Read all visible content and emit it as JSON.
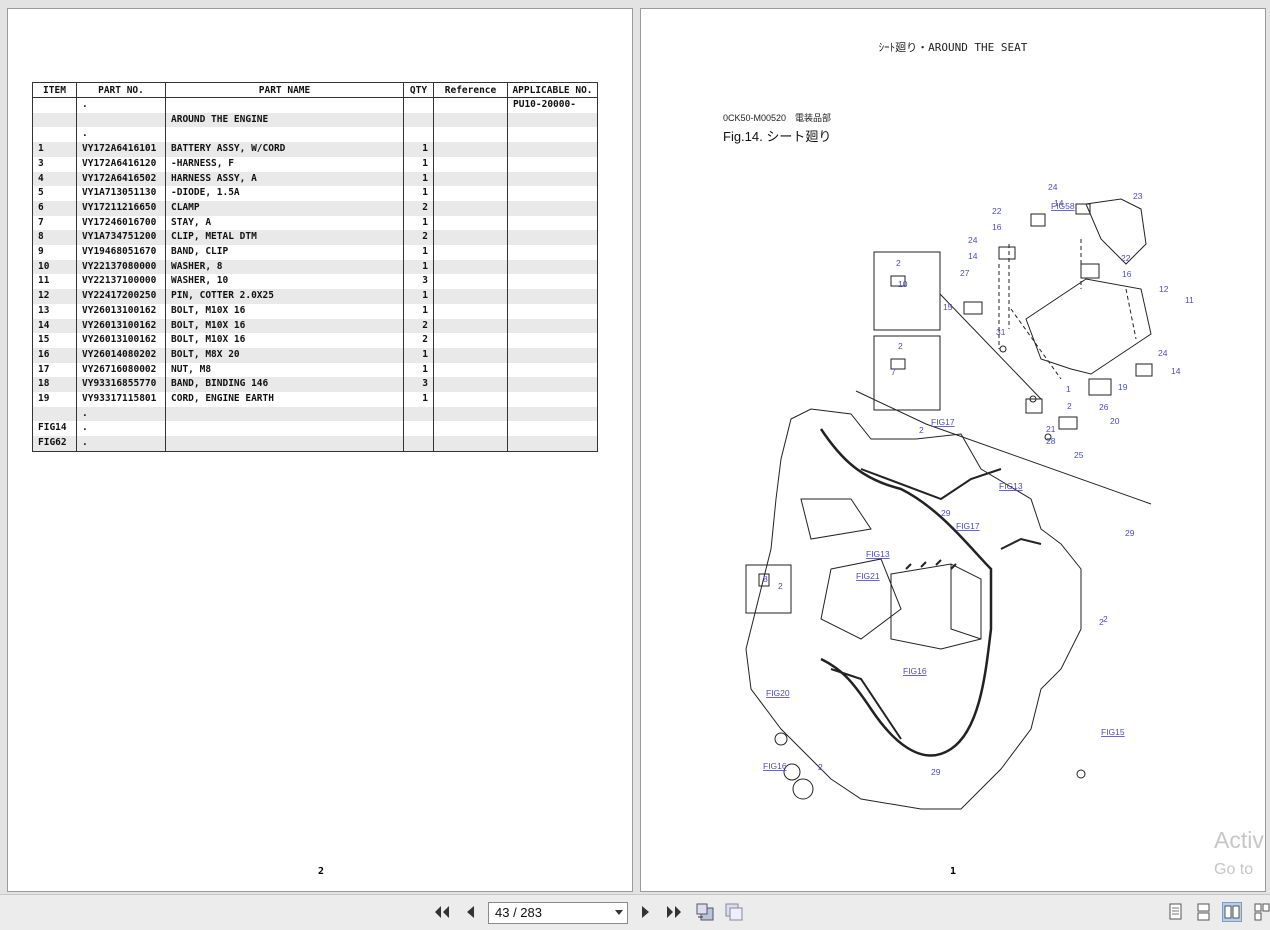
{
  "left_page": {
    "table": {
      "headers": [
        "ITEM",
        "PART NO.",
        "PART NAME",
        "QTY",
        "Reference",
        "APPLICABLE NO."
      ],
      "rows": [
        [
          "",
          ".",
          "",
          "",
          "",
          "PU10-20000-"
        ],
        [
          "",
          "",
          "AROUND THE ENGINE",
          "",
          "",
          ""
        ],
        [
          "",
          ".",
          "",
          "",
          "",
          ""
        ],
        [
          "1",
          "VY172A6416101",
          "BATTERY ASSY, W/CORD",
          "1",
          "",
          ""
        ],
        [
          "3",
          "VY172A6416120",
          "-HARNESS, F",
          "1",
          "",
          ""
        ],
        [
          "4",
          "VY172A6416502",
          "HARNESS ASSY, A",
          "1",
          "",
          ""
        ],
        [
          "5",
          "VY1A713051130",
          "-DIODE, 1.5A",
          "1",
          "",
          ""
        ],
        [
          "6",
          "VY17211216650",
          "CLAMP",
          "2",
          "",
          ""
        ],
        [
          "7",
          "VY17246016700",
          "STAY, A",
          "1",
          "",
          ""
        ],
        [
          "8",
          "VY1A734751200",
          "CLIP, METAL DTM",
          "2",
          "",
          ""
        ],
        [
          "9",
          "VY19468051670",
          "BAND, CLIP",
          "1",
          "",
          ""
        ],
        [
          "10",
          "VY22137080000",
          "WASHER, 8",
          "1",
          "",
          ""
        ],
        [
          "11",
          "VY22137100000",
          "WASHER, 10",
          "3",
          "",
          ""
        ],
        [
          "12",
          "VY22417200250",
          "PIN, COTTER 2.0X25",
          "1",
          "",
          ""
        ],
        [
          "13",
          "VY26013100162",
          "BOLT, M10X 16",
          "1",
          "",
          ""
        ],
        [
          "14",
          "VY26013100162",
          "BOLT, M10X 16",
          "2",
          "",
          ""
        ],
        [
          "15",
          "VY26013100162",
          "BOLT, M10X 16",
          "2",
          "",
          ""
        ],
        [
          "16",
          "VY26014080202",
          "BOLT, M8X 20",
          "1",
          "",
          ""
        ],
        [
          "17",
          "VY26716080002",
          "NUT, M8",
          "1",
          "",
          ""
        ],
        [
          "18",
          "VY93316855770",
          "BAND, BINDING 146",
          "3",
          "",
          ""
        ],
        [
          "19",
          "VY93317115801",
          "CORD, ENGINE EARTH",
          "1",
          "",
          ""
        ],
        [
          "",
          ".",
          "",
          "",
          "",
          ""
        ],
        [
          "FIG14",
          ".",
          "",
          "",
          "",
          ""
        ],
        [
          "FIG62",
          ".",
          "",
          "",
          "",
          ""
        ]
      ]
    },
    "page_number": "2"
  },
  "right_page": {
    "header": "ｼｰﾄ廻り・AROUND THE SEAT",
    "doc_code": "0CK50-M00520　電装品部",
    "fig_title": "Fig.14.  シート廻り",
    "page_number": "1",
    "diagram": {
      "fig_refs": [
        "FIG58",
        "FIG17",
        "FIG13",
        "FIG17",
        "FIG13",
        "FIG21",
        "FIG16",
        "FIG20",
        "FIG15",
        "FIG16"
      ],
      "part_numbers": [
        "24",
        "14",
        "23",
        "22",
        "16",
        "24",
        "14",
        "27",
        "22",
        "16",
        "12",
        "11",
        "2",
        "10",
        "15",
        "31",
        "24",
        "14",
        "2",
        "7",
        "1",
        "19",
        "2",
        "26",
        "20",
        "2",
        "21",
        "28",
        "25",
        "29",
        "29",
        "2",
        "8",
        "2",
        "2",
        "29",
        "2"
      ],
      "link_color": "#4b4bc8"
    }
  },
  "watermark": {
    "line1": "Activ",
    "line2": "Go to"
  },
  "toolbar": {
    "page_indicator": "43 / 283"
  }
}
